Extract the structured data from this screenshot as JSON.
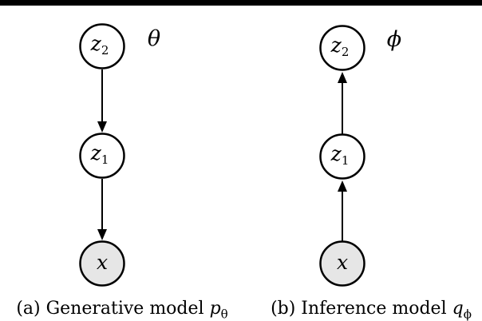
{
  "figure": {
    "background": "#ffffff",
    "top_bar_color": "#000000"
  },
  "colors": {
    "node_stroke": "#000000",
    "latent_fill": "#ffffff",
    "observed_fill": "#e6e6e6",
    "arrow": "#000000",
    "text": "#000000"
  },
  "diagram_a": {
    "name": "generative-model",
    "param_label": "θ",
    "nodes": [
      {
        "id": "z2",
        "label_main": "z",
        "label_sub": "2",
        "observed": false
      },
      {
        "id": "z1",
        "label_main": "z",
        "label_sub": "1",
        "observed": false
      },
      {
        "id": "x",
        "label_main": "x",
        "label_sub": "",
        "observed": true
      }
    ],
    "edges": [
      {
        "from": "z2",
        "to": "z1",
        "direction": "down"
      },
      {
        "from": "z1",
        "to": "x",
        "direction": "down"
      }
    ],
    "caption": {
      "prefix": "(a) Generative model ",
      "var": "p",
      "var_sub": "θ"
    }
  },
  "diagram_b": {
    "name": "inference-model",
    "param_label": "ϕ",
    "nodes": [
      {
        "id": "z2",
        "label_main": "z",
        "label_sub": "2",
        "observed": false
      },
      {
        "id": "z1",
        "label_main": "z",
        "label_sub": "1",
        "observed": false
      },
      {
        "id": "x",
        "label_main": "x",
        "label_sub": "",
        "observed": true
      }
    ],
    "edges": [
      {
        "from": "x",
        "to": "z1",
        "direction": "up"
      },
      {
        "from": "z1",
        "to": "z2",
        "direction": "up"
      }
    ],
    "caption": {
      "prefix": "(b) Inference model ",
      "var": "q",
      "var_sub": "ϕ"
    }
  }
}
